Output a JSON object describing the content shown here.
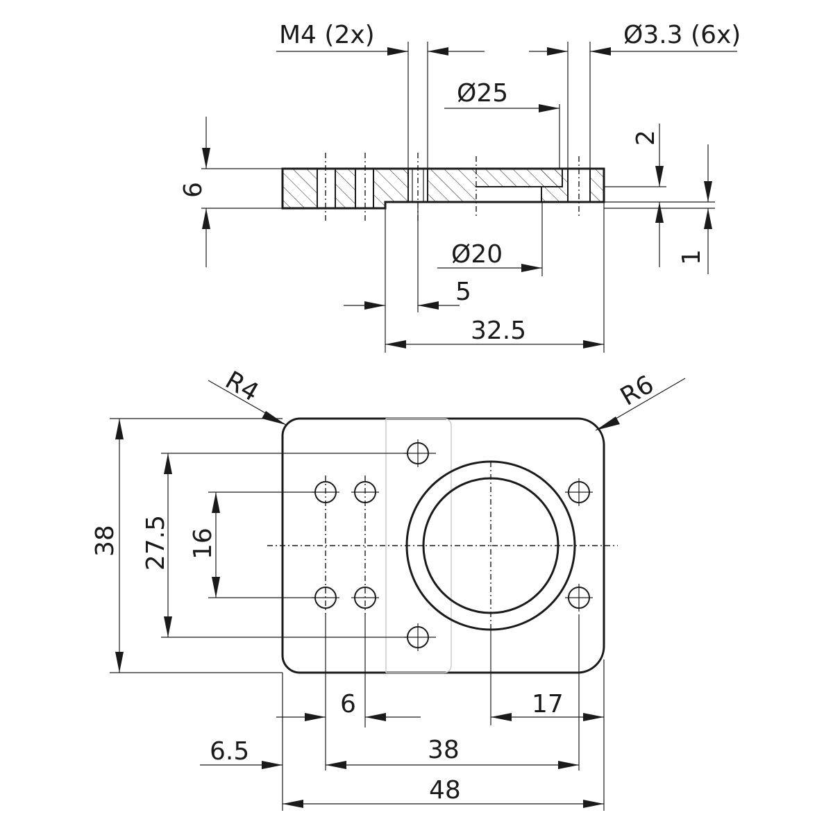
{
  "labels": {
    "m4": "M4 (2x)",
    "d33": "Ø3.3 (6x)",
    "d25": "Ø25",
    "d20": "Ø20",
    "t2": "2",
    "t1": "1",
    "t6": "6",
    "t5": "5",
    "t325": "32.5",
    "r4": "R4",
    "r6": "R6",
    "v38": "38",
    "v275": "27.5",
    "v16": "16",
    "h6": "6",
    "h17": "17",
    "h65": "6.5",
    "h38": "38",
    "h48": "48"
  },
  "colors": {
    "line": "#1a1a1a",
    "background": "#ffffff"
  }
}
